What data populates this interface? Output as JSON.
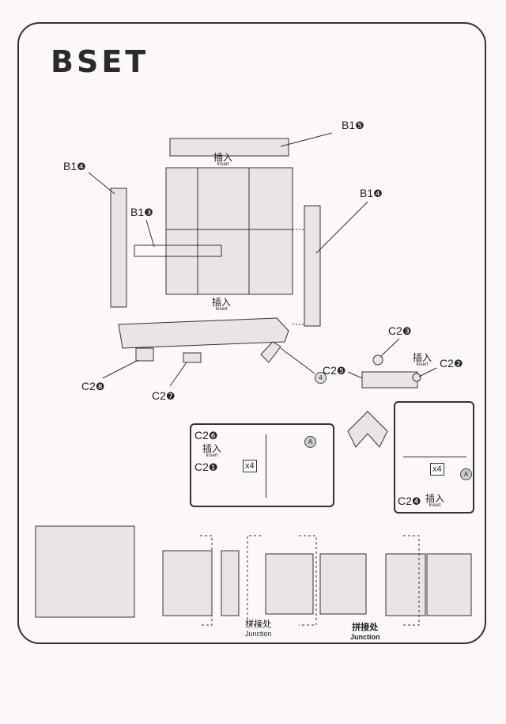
{
  "logo": "BSET",
  "labels": {
    "b1_5": {
      "code": "B1",
      "num": "❺"
    },
    "b1_4_left": {
      "code": "B1",
      "num": "❹"
    },
    "b1_4_right": {
      "code": "B1",
      "num": "❹"
    },
    "b1_3": {
      "code": "B1",
      "num": "❸"
    },
    "c2_8": {
      "code": "C2",
      "num": "❽"
    },
    "c2_7": {
      "code": "C2",
      "num": "❼"
    },
    "c2_3": {
      "code": "C2",
      "num": "❸"
    },
    "c2_2": {
      "code": "C2",
      "num": "❷"
    },
    "c2_5": {
      "code": "C2",
      "num": "❺"
    },
    "c2_6": {
      "code": "C2",
      "num": "❻"
    },
    "c2_1": {
      "code": "C2",
      "num": "❶"
    },
    "c2_4": {
      "code": "C2",
      "num": "❹"
    },
    "step_4": "4",
    "marker_a": "A"
  },
  "insert": {
    "cn": "插入",
    "en": "Insert"
  },
  "multiplier": "x4",
  "junction": {
    "cn": "拼接处",
    "en": "Junction"
  }
}
